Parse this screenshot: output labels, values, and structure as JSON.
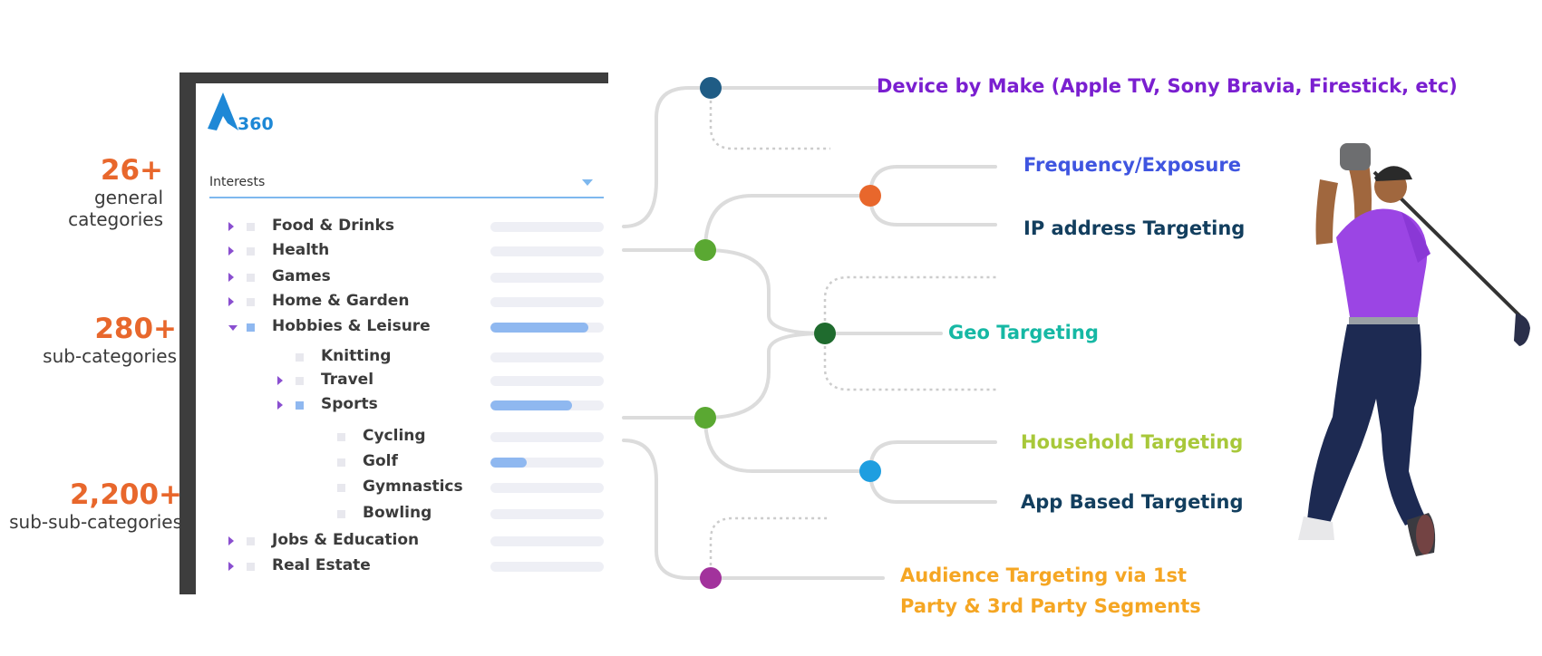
{
  "stats": [
    {
      "number": "26+",
      "label": "general categories"
    },
    {
      "number": "280+",
      "label": "sub-categories"
    },
    {
      "number": "2,200+",
      "label": "sub-sub-categories"
    }
  ],
  "panel": {
    "logo_text": "360",
    "dropdown_label": "Interests",
    "rows": [
      {
        "label": "Food & Drinks",
        "level": 0,
        "arrow": "right",
        "selected": false,
        "bar": 0
      },
      {
        "label": "Health",
        "level": 0,
        "arrow": "right",
        "selected": false,
        "bar": 0
      },
      {
        "label": "Games",
        "level": 0,
        "arrow": "right",
        "selected": false,
        "bar": 0
      },
      {
        "label": "Home & Garden",
        "level": 0,
        "arrow": "right",
        "selected": false,
        "bar": 0
      },
      {
        "label": "Hobbies & Leisure",
        "level": 0,
        "arrow": "down",
        "selected": true,
        "bar": 0.86
      },
      {
        "label": "Knitting",
        "level": 1,
        "arrow": "none",
        "selected": false,
        "bar": 0
      },
      {
        "label": "Travel",
        "level": 1,
        "arrow": "right",
        "selected": false,
        "bar": 0
      },
      {
        "label": "Sports",
        "level": 1,
        "arrow": "right",
        "selected": true,
        "bar": 0.72
      },
      {
        "label": "Cycling",
        "level": 2,
        "arrow": "none",
        "selected": false,
        "bar": 0
      },
      {
        "label": "Golf",
        "level": 2,
        "arrow": "none",
        "selected": false,
        "bar": 0.32
      },
      {
        "label": "Gymnastics",
        "level": 2,
        "arrow": "none",
        "selected": false,
        "bar": 0
      },
      {
        "label": "Bowling",
        "level": 2,
        "arrow": "none",
        "selected": false,
        "bar": 0
      },
      {
        "label": "Jobs & Education",
        "level": 0,
        "arrow": "right",
        "selected": false,
        "bar": 0
      },
      {
        "label": "Real Estate",
        "level": 0,
        "arrow": "right",
        "selected": false,
        "bar": 0
      }
    ]
  },
  "targets": [
    {
      "label": "Device by Make (Apple TV, Sony Bravia, Firestick, etc)",
      "color": "#7a1fd0"
    },
    {
      "label": "Frequency/Exposure",
      "color": "#3f55e0"
    },
    {
      "label": "IP address Targeting",
      "color": "#123e5e"
    },
    {
      "label": "Geo Targeting",
      "color": "#16b8a4"
    },
    {
      "label": "Household Targeting",
      "color": "#a8c83a"
    },
    {
      "label": "App Based Targeting",
      "color": "#123e5e"
    },
    {
      "label": "Audience Targeting via 1st Party & 3rd Party Segments",
      "color": "#f5a623"
    }
  ],
  "node_colors": {
    "device": "#1f5c85",
    "frequency": "#e8672c",
    "health": "#5aa832",
    "geo": "#1f6b2e",
    "sports": "#5aa832",
    "household": "#1e9ee0",
    "audience": "#a2329c"
  },
  "icons": {
    "logo": "a360-logo-icon",
    "dropdown": "caret-down-icon",
    "photo": "golfer-illustration"
  }
}
